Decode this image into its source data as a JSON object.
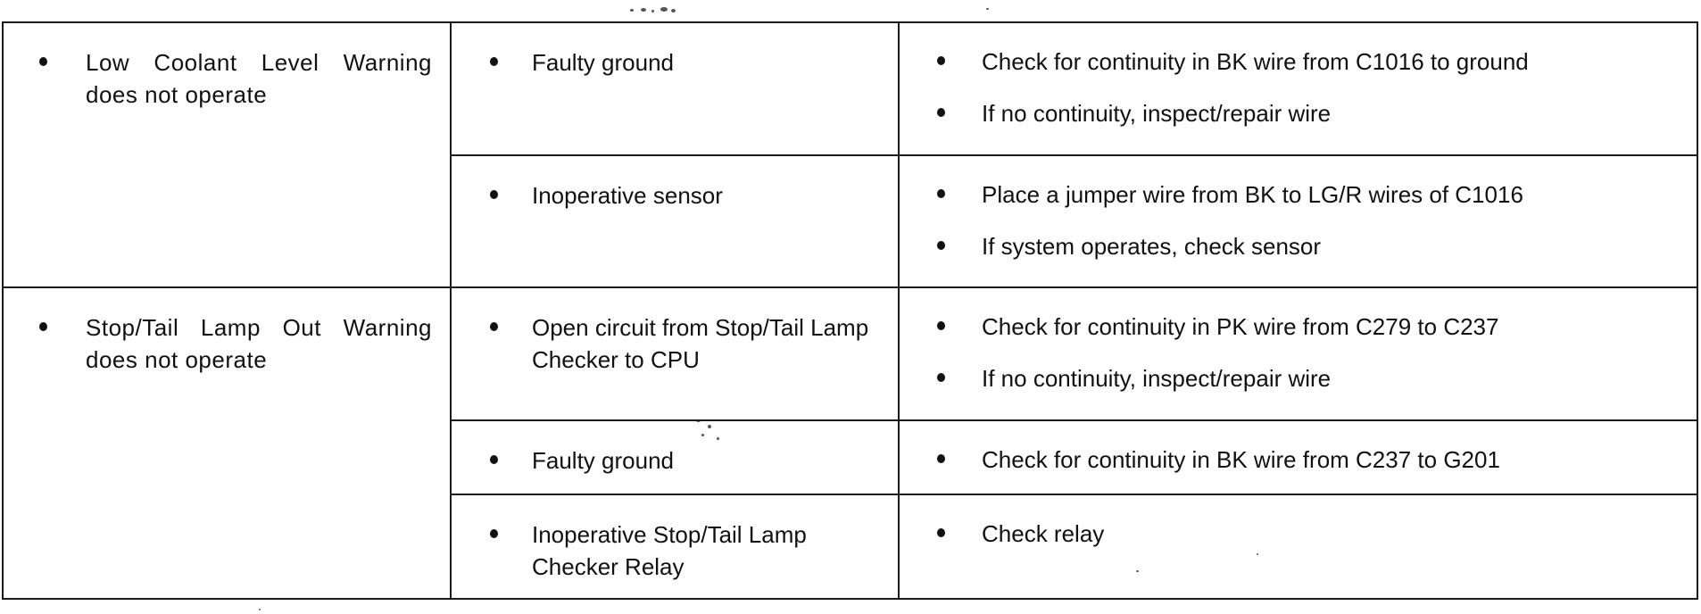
{
  "table": {
    "rows": [
      {
        "symptom": "Low Coolant Level Warning does not operate",
        "causes": [
          {
            "cause": "Faulty ground",
            "actions": [
              "Check for continuity in BK wire from C1016 to ground",
              "If no continuity, inspect/repair wire"
            ]
          },
          {
            "cause": "Inoperative sensor",
            "actions": [
              "Place a jumper wire from BK to LG/R wires of C1016",
              "If system operates, check sensor"
            ]
          }
        ]
      },
      {
        "symptom": "Stop/Tail Lamp Out Warning does not operate",
        "causes": [
          {
            "cause": "Open circuit from Stop/Tail Lamp Checker to CPU",
            "actions": [
              "Check for continuity in PK wire from C279 to C237",
              "If no continuity, inspect/repair wire"
            ]
          },
          {
            "cause": "Faulty ground",
            "actions": [
              "Check for continuity in BK wire from C237 to G201"
            ]
          },
          {
            "cause": "Inoperative Stop/Tail Lamp Checker Relay",
            "actions": [
              "Check relay"
            ]
          }
        ]
      }
    ]
  },
  "colors": {
    "border": "#1a1a1a",
    "text": "#111111",
    "background": "#ffffff"
  }
}
